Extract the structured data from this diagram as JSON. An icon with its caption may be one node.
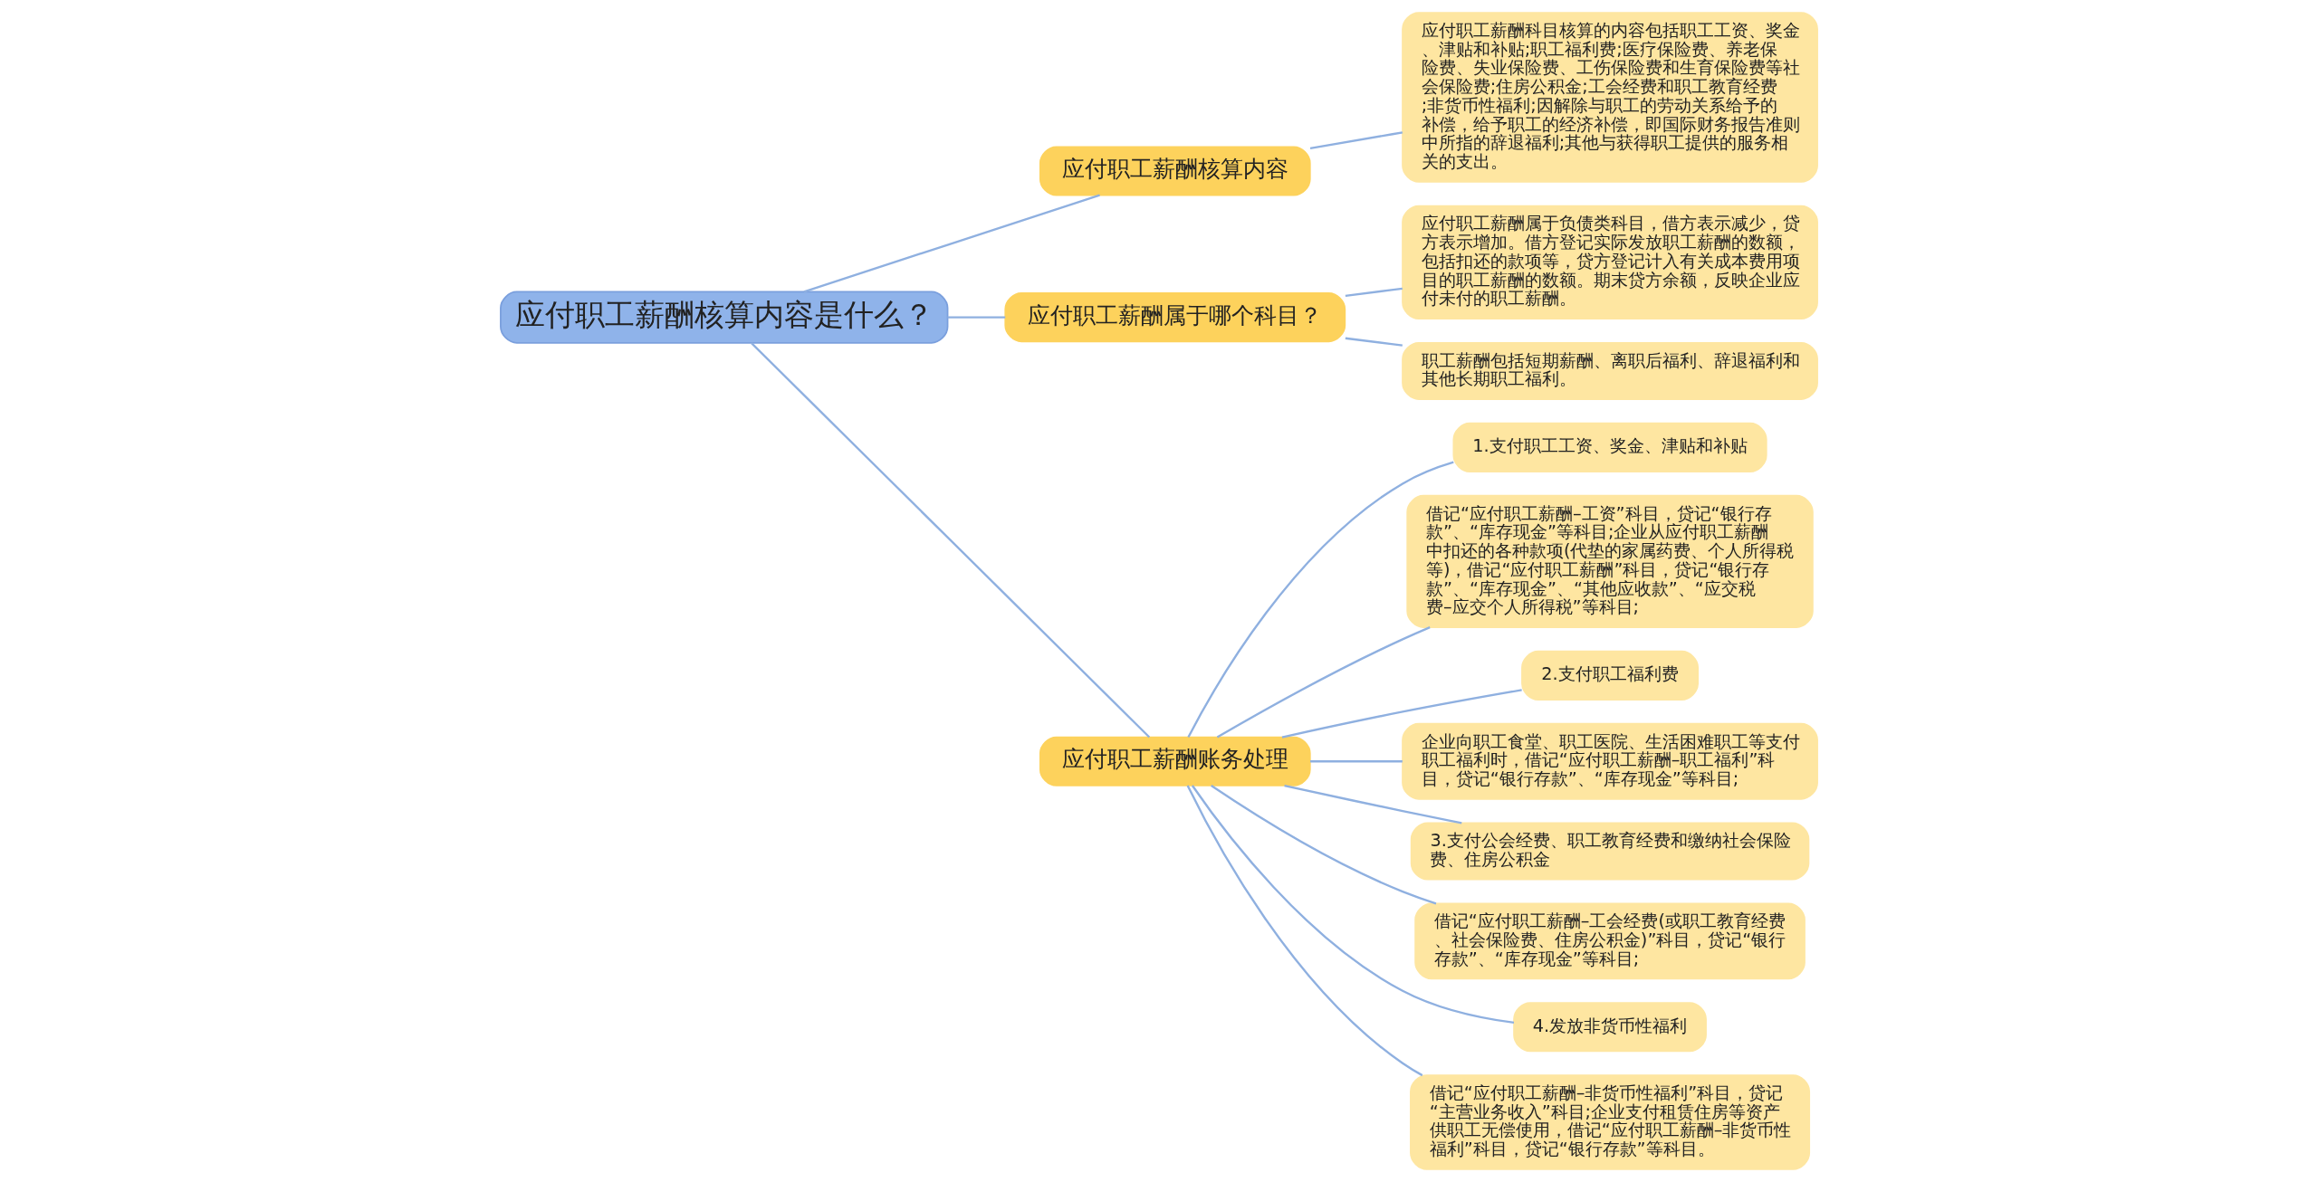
{
  "diagram": {
    "nodes": [
      {
        "text": [
          "应付职工薪酬核算内容是什么？"
        ]
      },
      {
        "text": [
          "应付职工薪酬核算内容"
        ]
      },
      {
        "text": [
          "应付职工薪酬科目核算的内容包括职工工资、奖金、津贴和补贴;职工福利费;医疗保险费、养老保险费、失业保险费、工伤保险费和生育保险费等社会保险费;住房公积金;工会经费和职工教育经费;非货币性福利;因解除与职工的劳动关系给予的补偿，给予职工的经济补偿，即国际财务报告准则中所指的辞退福利;其他与获得职工提供的服务相关的支出。"
        ]
      },
      {
        "text": [
          "应付职工薪酬属于哪个科目？"
        ]
      },
      {
        "text": [
          "应付职工薪酬属于负债类科目，借方表示减少，贷方表示增加。借方登记实际发放职工薪酬的数额，包括扣还的款项等，贷方登记计入有关成本费用项目的职工薪酬的数额。期末贷方余额，反映企业应付未付的职工薪酬。"
        ]
      },
      {
        "text": [
          "职工薪酬包括短期薪酬、离职后福利、辞退福利和其他长期职工福利。"
        ]
      },
      {
        "text": [
          "应付职工薪酬账务处理"
        ]
      },
      {
        "text": [
          "1.支付职工工资、奖金、津贴和补贴"
        ]
      },
      {
        "text": [
          "借记“应付职工薪酬–工资”科目，贷记“银行存款”、“库存现金”等科目;企业从应付职工薪酬中扣还的各种款项(代垫的家属药费、个人所得税等)，借记“应付职工薪酬”科目，贷记“银行存款”、“库存现金”、“其他应收款”、“应交税费–应交个人所得税”等科目;"
        ]
      },
      {
        "text": [
          "2.支付职工福利费"
        ]
      },
      {
        "text": [
          "企业向职工食堂、职工医院、生活困难职工等支付职工福利时，借记“应付职工薪酬–职工福利”科目，贷记“银行存款”、“库存现金”等科目;"
        ]
      },
      {
        "text": [
          "3.支付公会经费、职工教育经费和缴纳社会保险费、住房公积金"
        ]
      },
      {
        "text": [
          "借记“应付职工薪酬–工会经费(或职工教育经费、社会保险费、住房公积金)”科目，贷记“银行存款”、“库存现金”等科目;"
        ]
      },
      {
        "text": [
          "4.发放非货币性福利"
        ]
      },
      {
        "text": [
          "借记“应付职工薪酬–非货币性福利”科目，贷记“主营业务收入”科目;企业支付租赁住房等资产供职工无偿使用，借记“应付职工薪酬–非货币性福利”科目，贷记“银行存款”等科目。"
        ]
      }
    ],
    "edges": [
      {
        "from": 0,
        "to": 1,
        "arrow": "none"
      },
      {
        "from": 1,
        "to": 2,
        "arrow": "none"
      },
      {
        "from": 0,
        "to": 3,
        "arrow": "none"
      },
      {
        "from": 3,
        "to": 4,
        "arrow": "none"
      },
      {
        "from": 3,
        "to": 5,
        "arrow": "none"
      },
      {
        "from": 0,
        "to": 6,
        "arrow": "none"
      },
      {
        "from": 6,
        "to": 7,
        "arrow": "none"
      },
      {
        "from": 6,
        "to": 8,
        "arrow": "none"
      },
      {
        "from": 6,
        "to": 9,
        "arrow": "none"
      },
      {
        "from": 6,
        "to": 10,
        "arrow": "none"
      },
      {
        "from": 6,
        "to": 11,
        "arrow": "none"
      },
      {
        "from": 6,
        "to": 12,
        "arrow": "none"
      },
      {
        "from": 6,
        "to": 13,
        "arrow": "none"
      },
      {
        "from": 6,
        "to": 14,
        "arrow": "none"
      }
    ]
  }
}
